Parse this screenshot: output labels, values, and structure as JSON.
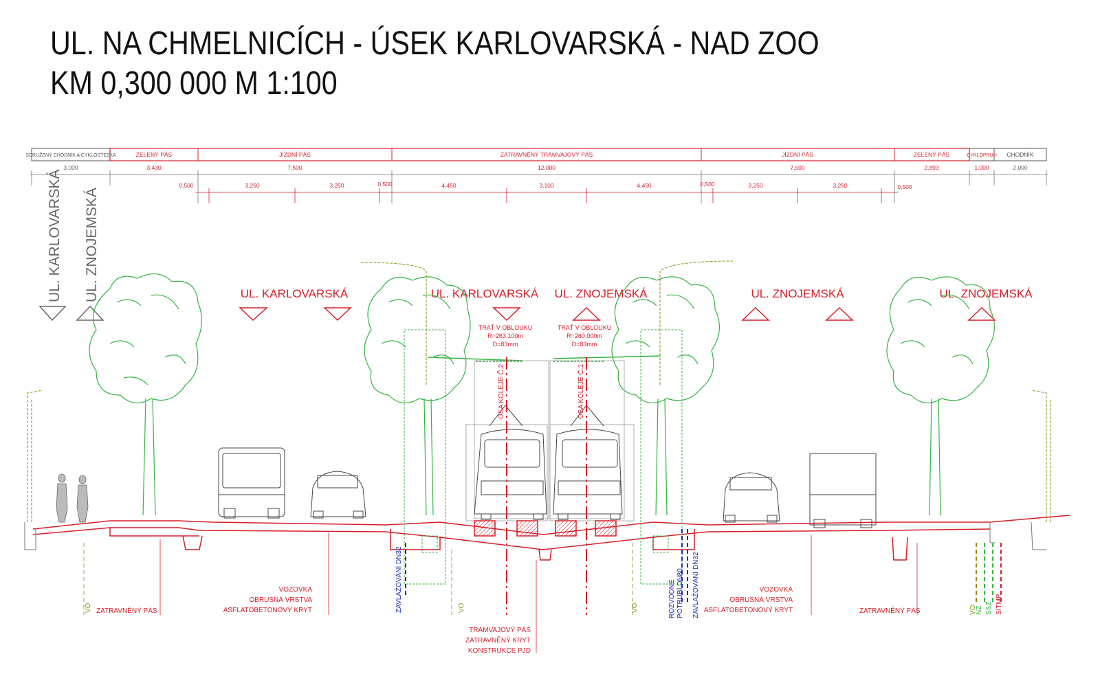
{
  "title_line1": "UL. NA CHMELNICÍCH - ÚSEK KARLOVARSKÁ - NAD ZOO",
  "title_line2": "KM 0,300 000   M 1:100",
  "band_labels": [
    "SDRUŽENÝ CHODNÍK A CYKLOSTEZKA",
    "ZELENÝ PÁS",
    "JÍZDNÍ PÁS",
    "ZATRAVNĚNÝ TRAMVAJOVÝ PÁS",
    "JÍZDNÍ PÁS",
    "ZELENÝ PÁS",
    "CYKLOPRUH",
    "CHODNÍK"
  ],
  "band_widths": [
    "3,000",
    "3,430",
    "7,500",
    "12,000",
    "7,500",
    "2,893",
    "1,000",
    "2,000"
  ],
  "sub_dims": [
    "0,500",
    "3,250",
    "3,250",
    "0,500",
    "4,450",
    "3,100",
    "4,450",
    "0,500",
    "3,250",
    "3,250",
    "0,500"
  ],
  "side_labels": [
    "UL. KARLOVARSKÁ",
    "UL. ZNOJEMSKÁ"
  ],
  "direction_labels": [
    "UL. KARLOVARSKÁ",
    "UL. KARLOVARSKÁ",
    "UL. ZNOJEMSKÁ",
    "UL. ZNOJEMSKÁ",
    "UL. ZNOJEMSKÁ"
  ],
  "track_notes": [
    {
      "line1": "TRAŤ V OBLOUKU",
      "line2": "R=263,100m",
      "line3": "D=83mm"
    },
    {
      "line1": "TRAŤ V OBLOUKU",
      "line2": "R=260,000m",
      "line3": "D=83mm"
    }
  ],
  "track_axes": [
    "OSA KOLEJE Č.2",
    "OSA KOLEJE Č.1"
  ],
  "bottom_labels": {
    "vozovka_left": [
      "VOZOVKA",
      "OBRUSNÁ VRSTVA",
      "ASFLATOBETONOVÝ KRYT"
    ],
    "vozovka_right": [
      "VOZOVKA",
      "OBRUSNÁ VRSTVA",
      "ASFLATOBETONOVÝ KRYT"
    ],
    "zatravneny_left": "ZATRAVNĚNÝ PÁS",
    "zatravneny_right": "ZATRAVNĚNÝ PÁS",
    "tram_strip": [
      "TRAMVAJOVÝ PÁS",
      "ZATRAVNĚNÝ KRYT",
      "KONSTRUKCE PJD"
    ],
    "vo": "VO",
    "zavlazovani": "ZAVLAŽOVÁNÍ DN32",
    "rozvodne": [
      "ROZVODNÉ",
      "POTRUBÍ DN80"
    ],
    "utilities_right": [
      "VO",
      "NZ",
      "SSZ",
      "SITMP"
    ]
  },
  "colors": {
    "red": "#d51e2a",
    "green": "#34b341",
    "blue": "#1c2fb5",
    "olive": "#8a8f1a",
    "gray": "#777777"
  }
}
